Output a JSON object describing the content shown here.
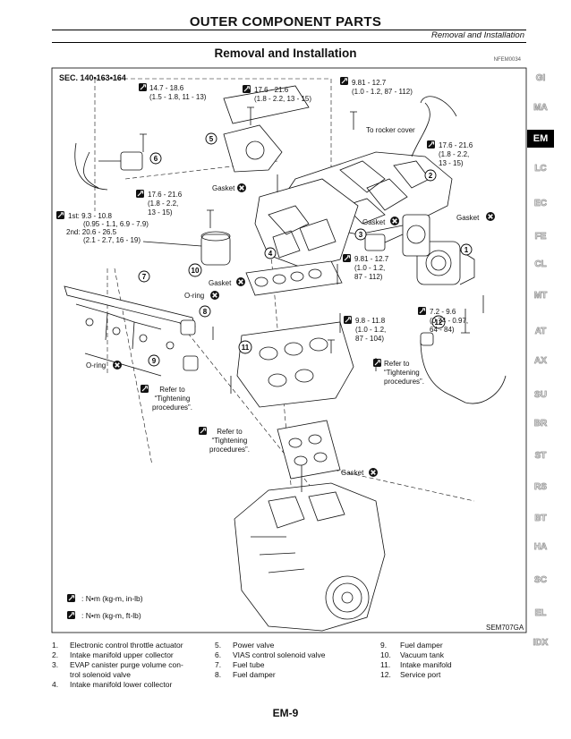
{
  "header": {
    "title": "OUTER COMPONENT PARTS",
    "running_head": "Removal and Installation",
    "section_title": "Removal and Installation",
    "ref_code": "NFEM0034"
  },
  "sidebar": {
    "tabs": [
      "GI",
      "MA",
      "EM",
      "LC",
      "EC",
      "FE",
      "CL",
      "MT",
      "AT",
      "AX",
      "SU",
      "BR",
      "ST",
      "RS",
      "BT",
      "HA",
      "SC",
      "EL",
      "IDX"
    ],
    "active": "EM"
  },
  "diagram": {
    "section_ref": "SEC. 140•163•164",
    "torques": {
      "t1": [
        "14.7 - 18.6",
        "(1.5 - 1.8, 11 - 13)"
      ],
      "t2": [
        "17.6 - 21.6",
        "(1.8 - 2.2, 13 - 15)"
      ],
      "t3": [
        "9.81 - 12.7",
        "(1.0 - 1.2, 87 - 112)"
      ],
      "t4": [
        "17.6 - 21.6",
        "(1.8 - 2.2,",
        "13 - 15)"
      ],
      "t5": [
        "17.6 - 21.6",
        "(1.8 - 2.2,",
        "13 - 15)"
      ],
      "t6a": "1st: 9.3 - 10.8",
      "t6b": "(0.95 - 1.1, 6.9 - 7.9)",
      "t6c": "2nd: 20.6 - 26.5",
      "t6d": "(2.1 - 2.7, 16 - 19)",
      "t7": [
        "9.81 - 12.7",
        "(1.0 - 1.2,",
        "87 - 112)"
      ],
      "t8": [
        "9.8 - 11.8",
        "(1.0 - 1.2,",
        "87 - 104)"
      ],
      "t9": [
        "7.2 - 9.6",
        "(0.74 - 0.97,",
        "64 - 84)"
      ]
    },
    "refer": [
      "Refer to",
      "“Tightening",
      "procedures”."
    ],
    "gasket": "Gasket",
    "oring": "O-ring",
    "to_rocker": "To rocker cover",
    "callouts": [
      "1",
      "2",
      "3",
      "4",
      "5",
      "6",
      "7",
      "8",
      "9",
      "10",
      "11",
      "12"
    ],
    "legend": {
      "inlb": ": N•m (kg-m, in-lb)",
      "ftlb": ": N•m (kg-m, ft-lb)"
    },
    "fig_code": "SEM707GA"
  },
  "parts": {
    "col1": [
      {
        "n": "1.",
        "t": "Electronic control throttle actuator"
      },
      {
        "n": "2.",
        "t": "Intake manifold upper collector"
      },
      {
        "n": "3.",
        "t": "EVAP canister purge volume con-"
      },
      {
        "n": "",
        "t": "trol solenoid valve"
      },
      {
        "n": "4.",
        "t": "Intake manifold lower collector"
      }
    ],
    "col2": [
      {
        "n": "5.",
        "t": "Power valve"
      },
      {
        "n": "6.",
        "t": "VIAS control solenoid valve"
      },
      {
        "n": "7.",
        "t": "Fuel tube"
      },
      {
        "n": "8.",
        "t": "Fuel damper"
      }
    ],
    "col3": [
      {
        "n": "9.",
        "t": "Fuel damper"
      },
      {
        "n": "10.",
        "t": "Vacuum tank"
      },
      {
        "n": "11.",
        "t": "Intake manifold"
      },
      {
        "n": "12.",
        "t": "Service port"
      }
    ]
  },
  "footer": {
    "page": "EM-9"
  }
}
